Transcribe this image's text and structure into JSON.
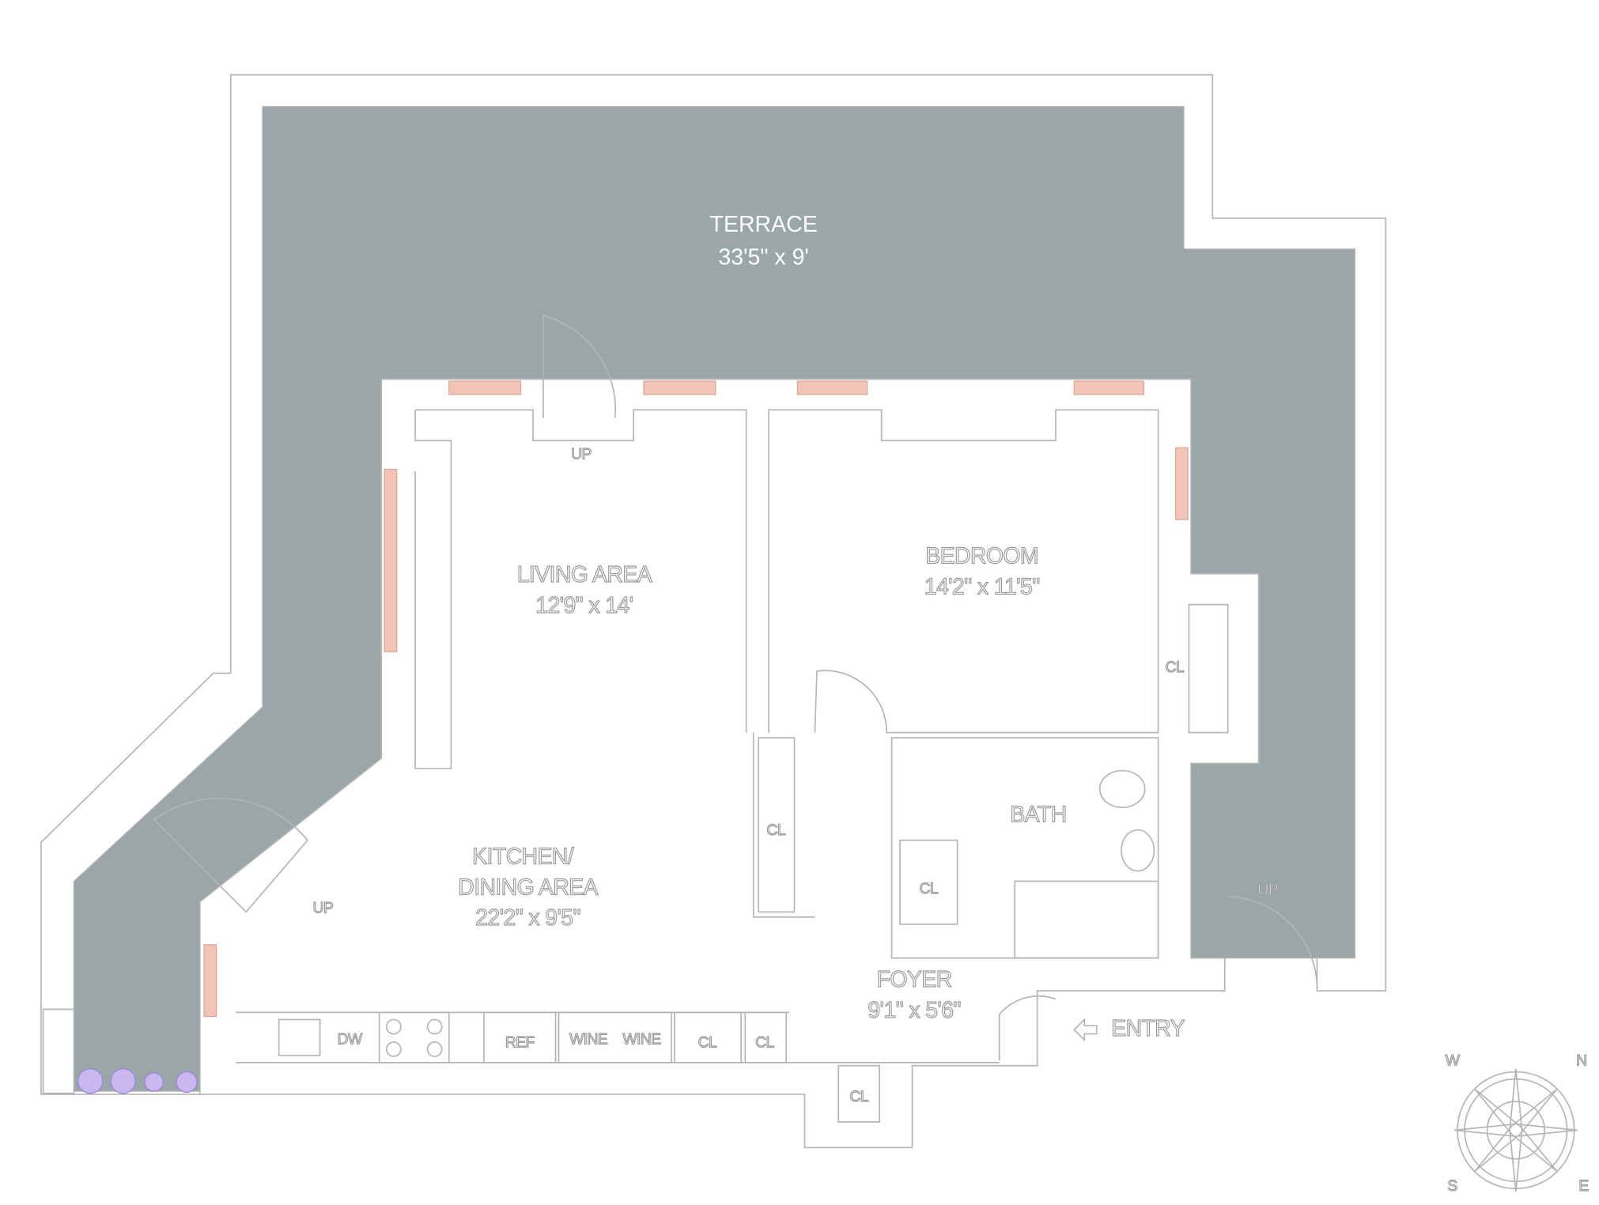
{
  "colors": {
    "terrace": "#9ba6a9",
    "window": "#f2c4b8",
    "wall_line": "#b5b5b5",
    "plants": "#b9a6e6"
  },
  "rooms": {
    "terrace": {
      "name": "TERRACE",
      "size": "33'5\" x  9'"
    },
    "living": {
      "name": "LIVING AREA",
      "size": "12'9\" x  14'"
    },
    "bedroom": {
      "name": "BEDROOM",
      "size": "14'2\" x  11'5\""
    },
    "kitchen": {
      "name1": "KITCHEN/",
      "name2": "DINING AREA",
      "size": "22'2\" x  9'5\""
    },
    "bath": {
      "name": "BATH"
    },
    "foyer": {
      "name": "FOYER",
      "size": "9'1\" x  5'6\""
    }
  },
  "labels": {
    "up": "UP",
    "closet": "CL",
    "entry": "ENTRY",
    "dishwasher": "DW",
    "refrigerator": "REF",
    "wine": "WINE"
  },
  "compass": {
    "n": "N",
    "s": "S",
    "e": "E",
    "w": "W",
    "icon": "compass-rose-icon"
  }
}
